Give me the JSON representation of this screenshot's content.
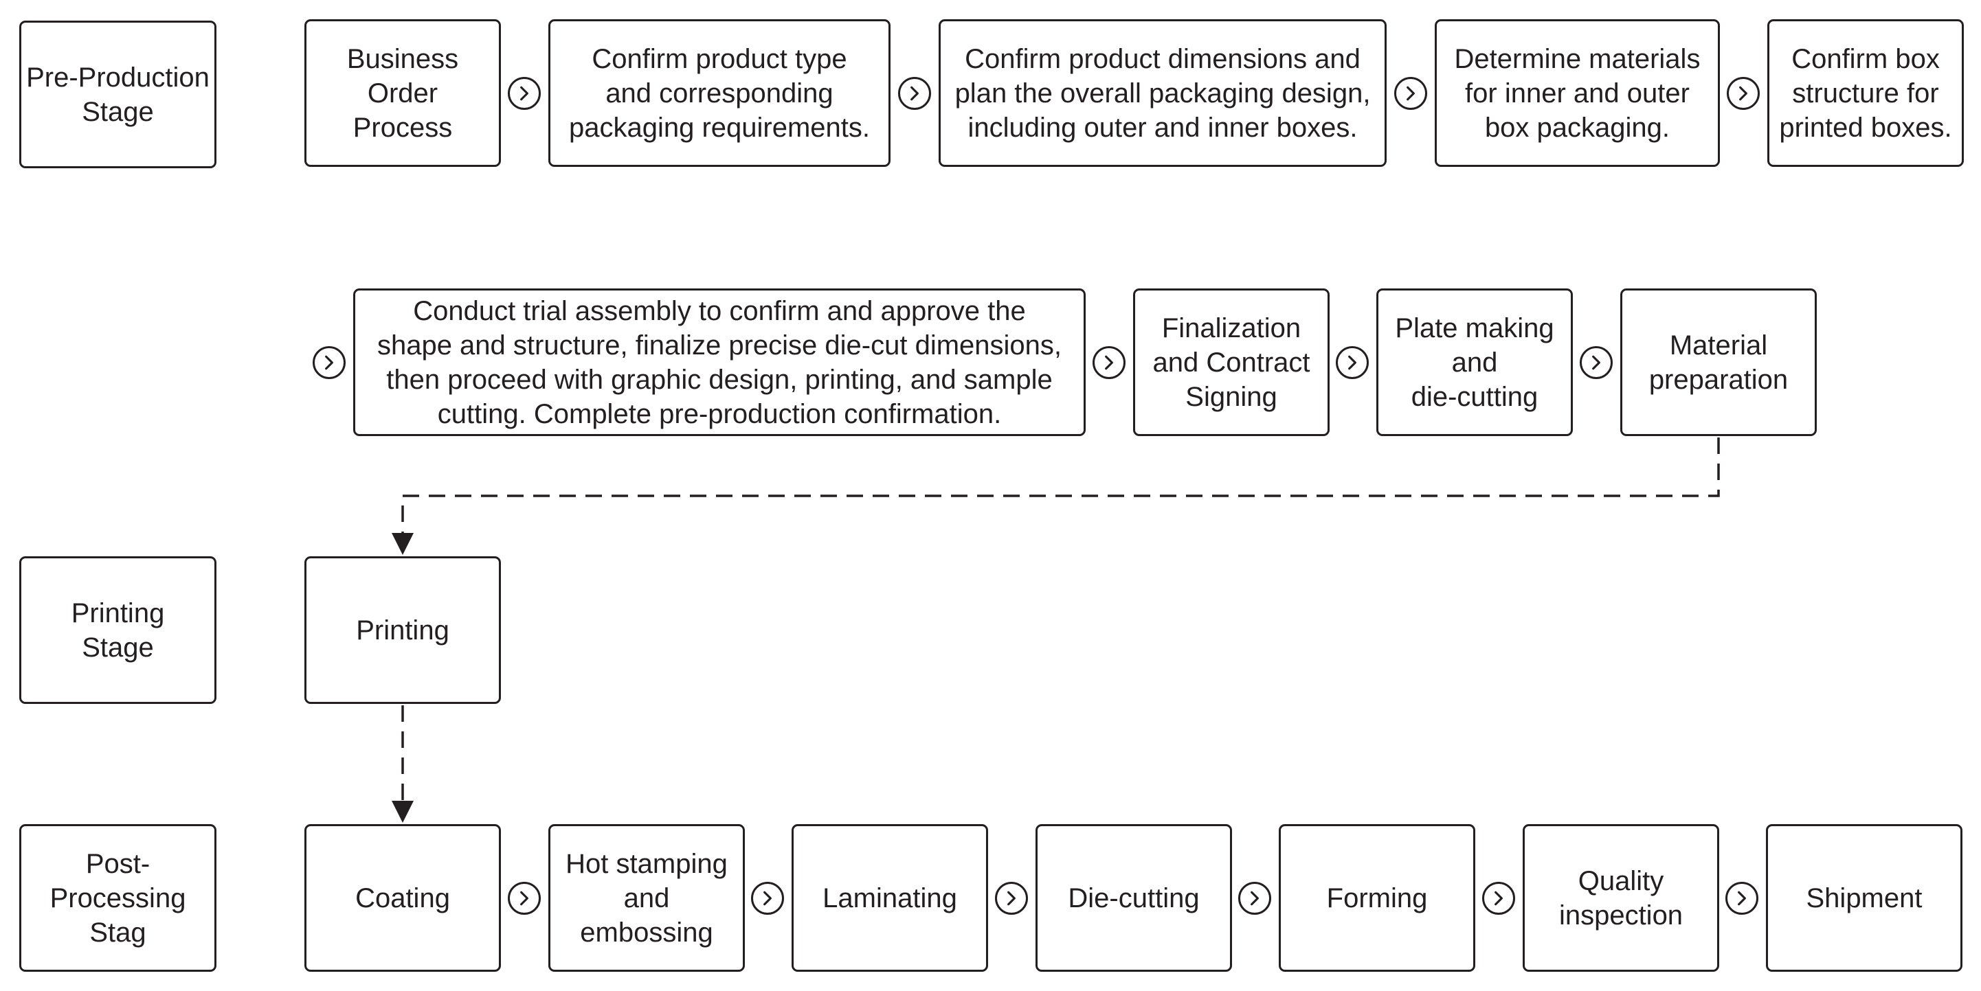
{
  "stages": {
    "pre_production": [
      "Pre-Production",
      "Stage"
    ],
    "printing": [
      "Printing",
      "Stage"
    ],
    "post_processing": [
      "Post-",
      "Processing",
      "Stag"
    ]
  },
  "row1": [
    [
      "Business",
      "Order",
      "Process"
    ],
    [
      "Confirm product type",
      "and corresponding",
      "packaging requirements."
    ],
    [
      "Confirm product dimensions and",
      "plan the overall packaging design,",
      "including outer and inner boxes."
    ],
    [
      "Determine materials",
      "for inner and outer",
      "box packaging."
    ],
    [
      "Confirm box",
      "structure for",
      "printed boxes."
    ]
  ],
  "row2": [
    [
      "Conduct trial assembly to confirm and approve the",
      "shape and structure, finalize precise die-cut dimensions,",
      "then proceed with graphic design, printing, and sample",
      "cutting. Complete pre-production confirmation."
    ],
    [
      "Finalization",
      "and Contract",
      "Signing"
    ],
    [
      "Plate making",
      "and",
      "die-cutting"
    ],
    [
      "Material",
      "preparation"
    ]
  ],
  "row3": [
    [
      "Printing"
    ]
  ],
  "row4": [
    [
      "Coating"
    ],
    [
      "Hot stamping",
      "and",
      "embossing"
    ],
    [
      "Laminating"
    ],
    [
      "Die-cutting"
    ],
    [
      "Forming"
    ],
    [
      "Quality",
      "inspection"
    ],
    [
      "Shipment"
    ]
  ],
  "icons": {
    "step_arrow": "circled-chevron-right-icon",
    "flow_arrow": "dashed-arrow-down-icon"
  },
  "colors": {
    "stroke": "#231f20",
    "background": "#ffffff"
  }
}
